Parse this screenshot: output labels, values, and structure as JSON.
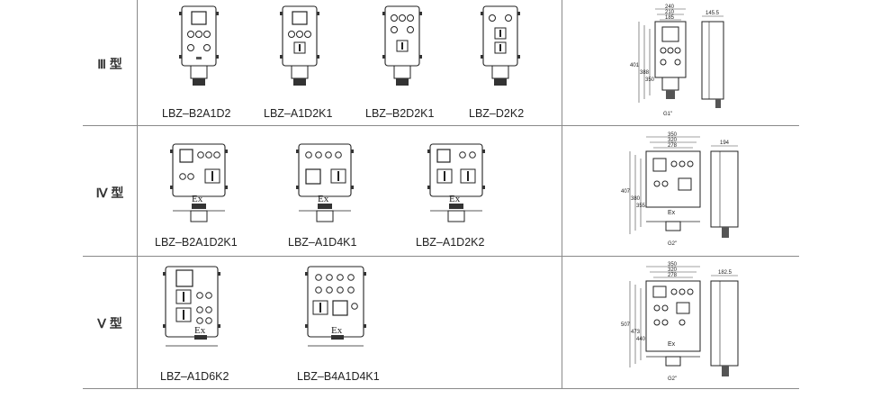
{
  "rows": [
    {
      "type_label": "Ⅲ 型",
      "models": [
        "LBZ–B2A1D2",
        "LBZ–A1D2K1",
        "LBZ–B2D2K1",
        "LBZ–D2K2"
      ],
      "dims": {
        "widths": [
          "240",
          "210",
          "185"
        ],
        "side": "145.5",
        "heights": [
          "401",
          "388",
          "350"
        ],
        "cable": "G1\""
      }
    },
    {
      "type_label": "Ⅳ 型",
      "models": [
        "LBZ–B2A1D2K1",
        "LBZ–A1D4K1",
        "LBZ–A1D2K2"
      ],
      "dims": {
        "widths": [
          "350",
          "320",
          "278"
        ],
        "side": "194",
        "heights": [
          "407",
          "380",
          "355"
        ],
        "cable": "G2\""
      }
    },
    {
      "type_label": "Ⅴ 型",
      "models": [
        "LBZ–A1D6K2",
        "LBZ–B4A1D4K1"
      ],
      "dims": {
        "widths": [
          "350",
          "320",
          "278"
        ],
        "side": "182.5",
        "heights": [
          "507",
          "473",
          "440"
        ],
        "cable": "G2\""
      }
    }
  ]
}
